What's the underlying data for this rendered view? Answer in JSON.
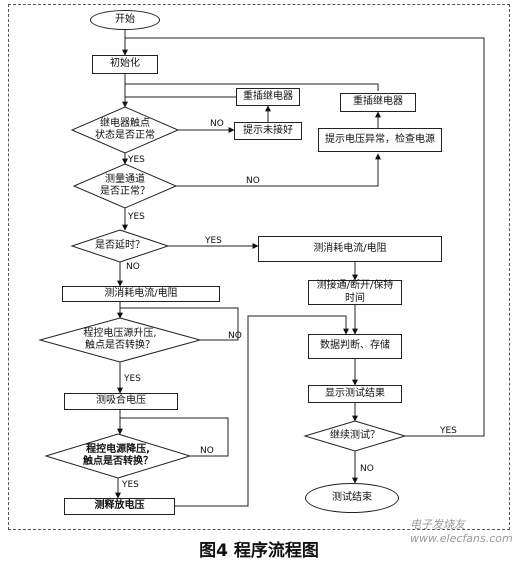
{
  "nodes": {
    "start": "开始",
    "init": "初始化",
    "relay_ok": "继电器触点\n状态是否正常",
    "reinsert_a": "重插继电器",
    "prompt_insert": "提示未接好",
    "reinsert_b": "重插继电器",
    "prompt_voltage": "提示电压异常，检查电源",
    "channel_ok": "测量通道\n是否正常？",
    "delay": "是否延时？",
    "measure_cur_top": "测消耗电流/电阻",
    "measure_cur_left": "测消耗电流/电阻",
    "volt_up": "程控电压源升压,\n触点是否转换？",
    "pull_in": "测吸合电压",
    "volt_down": "程控电源降压,\n触点是否转换？",
    "release": "测释放电压",
    "contact": "测接通/断开/保持\n时间",
    "data": "数据判断、存储",
    "show": "显示测试结果",
    "continue": "继续测试？",
    "end": "测试结束"
  },
  "edge_labels": {
    "no_relay": "NO",
    "yes_relay": "YES",
    "no_channel": "NO",
    "yes_channel": "YES",
    "yes_delay": "YES",
    "no_delay": "NO",
    "no_up": "NO",
    "yes_up": "YES",
    "no_down": "NO",
    "yes_down": "YES",
    "yes_continue": "YES",
    "no_continue": "NO"
  },
  "caption": "图4  程序流程图",
  "watermark": "电子发烧友 www.elecfans.com"
}
